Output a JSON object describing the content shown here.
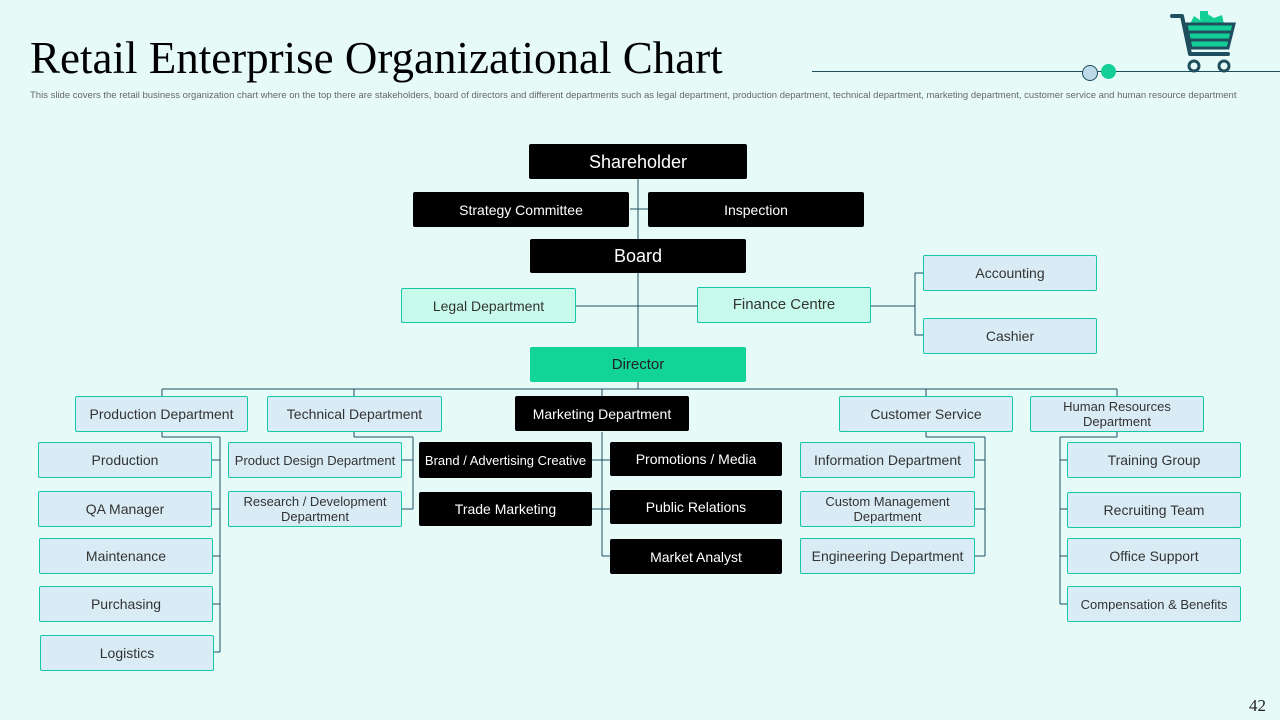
{
  "header": {
    "title": "Retail Enterprise Organizational Chart",
    "subtitle": "This slide covers the retail business organization chart where on the top there are stakeholders, board of directors and different departments such as legal department, production department, technical department, marketing department, customer service and human resource department"
  },
  "page_number": "42",
  "icons": {
    "logo": "shopping-cart-icon"
  },
  "colors": {
    "accent": "#12d497",
    "dark": "#000000",
    "line": "#1f4e5f",
    "light_box": "#d9ecf6",
    "mint_box": "#c8faec",
    "background": "#e6fbf8"
  },
  "chart": {
    "shareholder": "Shareholder",
    "strategy_committee": "Strategy Committee",
    "inspection": "Inspection",
    "board": "Board",
    "legal": "Legal Department",
    "finance": "Finance Centre",
    "accounting": "Accounting",
    "cashier": "Cashier",
    "director": "Director",
    "production_dept": {
      "label": "Production Department",
      "children": [
        "Production",
        "QA Manager",
        "Maintenance",
        "Purchasing",
        "Logistics"
      ]
    },
    "technical_dept": {
      "label": "Technical Department",
      "children": [
        "Product Design Department",
        "Research / Development Department"
      ]
    },
    "marketing_dept": {
      "label": "Marketing Department",
      "left_children": [
        "Brand / Advertising Creative",
        "Trade Marketing"
      ],
      "right_children": [
        "Promotions / Media",
        "Public Relations",
        "Market Analyst"
      ]
    },
    "customer_service": {
      "label": "Customer Service",
      "children": [
        "Information Department",
        "Custom Management Department",
        "Engineering Department"
      ]
    },
    "hr_dept": {
      "label": "Human Resources Department",
      "children": [
        "Training Group",
        "Recruiting Team",
        "Office Support",
        "Compensation & Benefits"
      ]
    }
  }
}
